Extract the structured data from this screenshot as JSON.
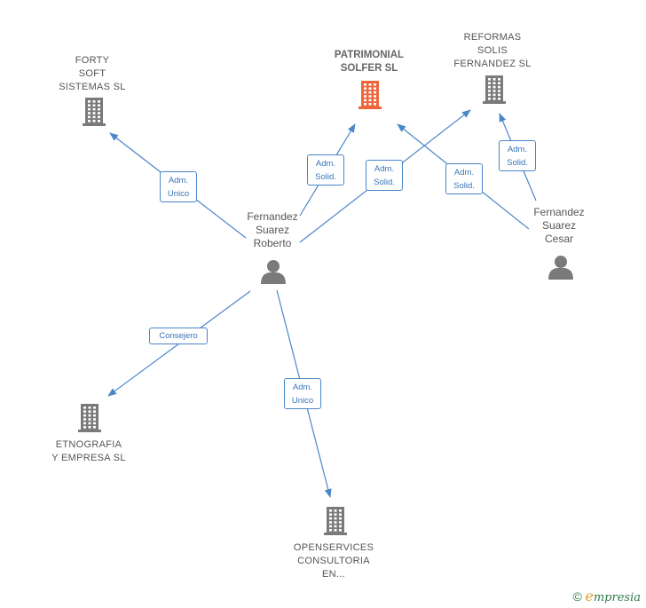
{
  "nodes": {
    "forty_soft": {
      "label": "FORTY\nSOFT\nSISTEMAS SL",
      "type": "company"
    },
    "patrimonial": {
      "label": "PATRIMONIAL\nSOLFER  SL",
      "type": "company-main"
    },
    "reformas": {
      "label": "REFORMAS\nSOLIS\nFERNANDEZ SL",
      "type": "company"
    },
    "roberto": {
      "label": "Fernandez\nSuarez\nRoberto",
      "type": "person"
    },
    "cesar": {
      "label": "Fernandez\nSuarez\nCesar",
      "type": "person"
    },
    "etnografia": {
      "label": "ETNOGRAFIA\nY EMPRESA SL",
      "type": "company"
    },
    "openservices": {
      "label": "OPENSERVICES\nCONSULTORIA\nEN...",
      "type": "company"
    }
  },
  "edges": [
    {
      "id": "e1",
      "from": "roberto",
      "to": "forty_soft",
      "label": "Adm.\nUnico"
    },
    {
      "id": "e2",
      "from": "roberto",
      "to": "patrimonial",
      "label": "Adm.\nSolid."
    },
    {
      "id": "e3",
      "from": "roberto",
      "to": "reformas",
      "label": "Adm.\nSolid."
    },
    {
      "id": "e4",
      "from": "cesar",
      "to": "patrimonial",
      "label": "Adm.\nSolid."
    },
    {
      "id": "e5",
      "from": "cesar",
      "to": "reformas",
      "label": "Adm.\nSolid."
    },
    {
      "id": "e6",
      "from": "roberto",
      "to": "etnografia",
      "label": "Consejero"
    },
    {
      "id": "e7",
      "from": "roberto",
      "to": "openservices",
      "label": "Adm.\nUnico"
    }
  ],
  "colors": {
    "edge": "#4a86c8",
    "company_icon": "#7a7a7a",
    "main_company_icon": "#f0643c",
    "person_icon": "#7a7a7a",
    "brand_green": "#2f7a4a",
    "brand_orange": "#e79a2a"
  },
  "brand": {
    "symbol": "©",
    "first": "e",
    "rest": "mpresia"
  }
}
